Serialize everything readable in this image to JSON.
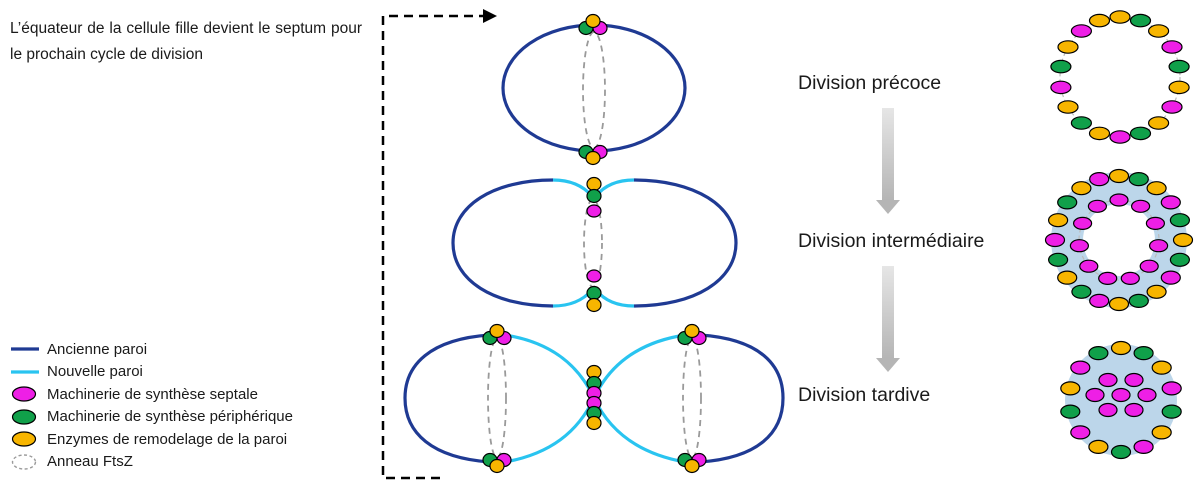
{
  "intro_text": "L’équateur de la cellule fille devient le septum pour le prochain cycle de division",
  "stages": [
    {
      "label": "Division précoce"
    },
    {
      "label": "Division intermédiaire"
    },
    {
      "label": "Division tardive"
    }
  ],
  "legend": [
    {
      "label": "Ancienne paroi",
      "symbol": "line",
      "color": "#1f3a93"
    },
    {
      "label": "Nouvelle paroi",
      "symbol": "line",
      "color": "#29c4f0"
    },
    {
      "label": "Machinerie de synthèse septale",
      "symbol": "ellipse",
      "color": "#ee1fe6"
    },
    {
      "label": "Machinerie de synthèse périphérique",
      "symbol": "ellipse",
      "color": "#10a04a"
    },
    {
      "label": "Enzymes de remodelage de la paroi",
      "symbol": "ellipse",
      "color": "#f7b500"
    },
    {
      "label": "Anneau FtsZ",
      "symbol": "dashed-ellipse",
      "color": "#9a9a9a"
    }
  ],
  "colors": {
    "old_wall": "#1f3a93",
    "new_wall": "#29c4f0",
    "septal": "#ee1fe6",
    "peripheral": "#10a04a",
    "remodel": "#f7b500",
    "ring_fill": "#bcd6ea",
    "arrow": "#cfcfcf",
    "ftsz": "#9a9a9a",
    "loop_arrow": "#000000"
  }
}
